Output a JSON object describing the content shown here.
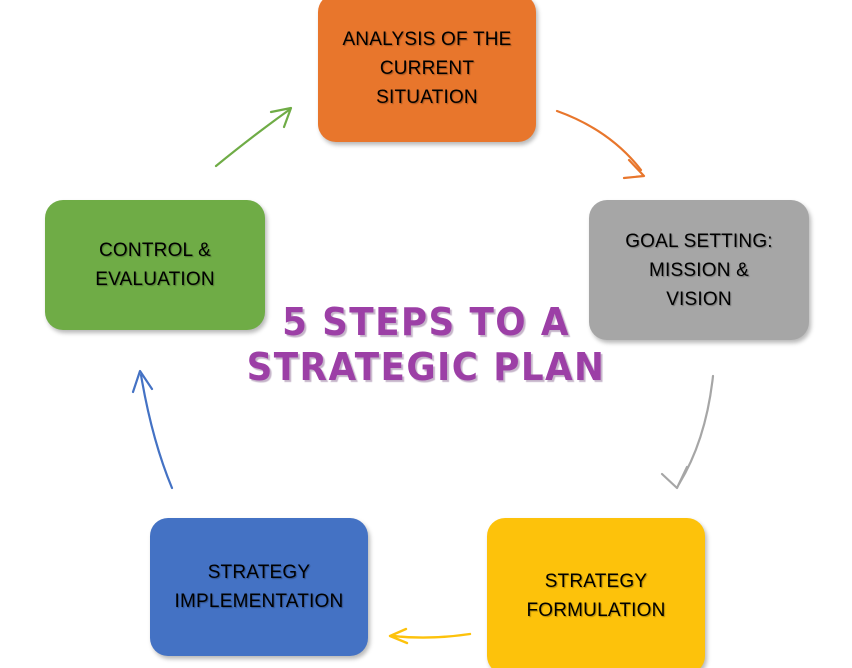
{
  "diagram": {
    "title_line1": "5 STEPS TO A",
    "title_line2": "STRATEGIC PLAN",
    "title_text": "5 STEPS TO A\nSTRATEGIC PLAN",
    "title_color": "#9C3FA6",
    "background_color": "#FFFFFF",
    "steps": [
      {
        "id": "analysis",
        "order": 1,
        "label": "ANALYSIS OF THE\nCURRENT\nSITUATION",
        "color": "#E8762C",
        "text_color": "#000000"
      },
      {
        "id": "goal-setting",
        "order": 2,
        "label": "GOAL SETTING:\nMISSION &\nVISION",
        "color": "#A6A6A6",
        "text_color": "#000000"
      },
      {
        "id": "strategy-formulation",
        "order": 3,
        "label": "STRATEGY\nFORMULATION",
        "color": "#FDC20B",
        "text_color": "#000000"
      },
      {
        "id": "strategy-implementation",
        "order": 4,
        "label": "STRATEGY\nIMPLEMENTATION",
        "color": "#4472C4",
        "text_color": "#000000"
      },
      {
        "id": "control-evaluation",
        "order": 5,
        "label": "CONTROL &\nEVALUATION",
        "color": "#6FAC46",
        "text_color": "#000000"
      }
    ],
    "arrows": [
      {
        "id": "analysis-to-goal",
        "from": "analysis",
        "to": "goal-setting",
        "color": "#E8762C"
      },
      {
        "id": "goal-to-formulation",
        "from": "goal-setting",
        "to": "strategy-formulation",
        "color": "#A6A6A6"
      },
      {
        "id": "formulation-to-implementation",
        "from": "strategy-formulation",
        "to": "strategy-implementation",
        "color": "#FDC20B"
      },
      {
        "id": "implementation-to-control",
        "from": "strategy-implementation",
        "to": "control-evaluation",
        "color": "#4472C4"
      },
      {
        "id": "control-to-analysis",
        "from": "control-evaluation",
        "to": "analysis",
        "color": "#6FAC46"
      }
    ]
  }
}
